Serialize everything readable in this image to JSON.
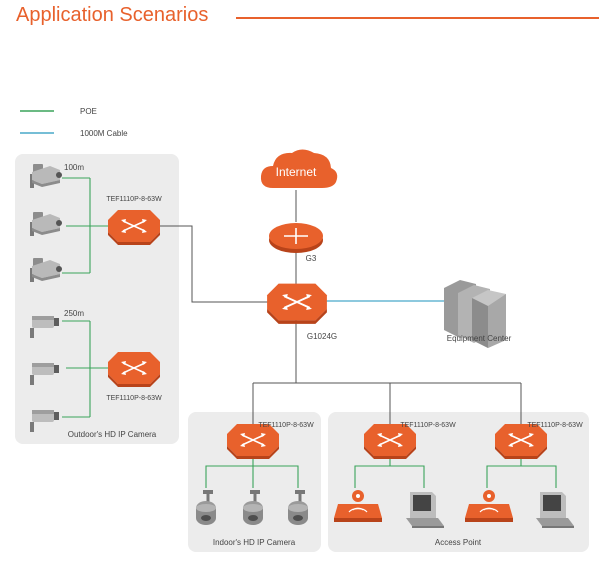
{
  "title": "Application Scenarios",
  "legend": [
    {
      "label": "POE",
      "color": "#3aa35a"
    },
    {
      "label": "1000M Cable",
      "color": "#49a9c9"
    }
  ],
  "colors": {
    "accent": "#e8612c",
    "switch": "#e8612c",
    "panel": "#ececec",
    "wire": "#555555"
  },
  "labels": {
    "internet": "Internet",
    "core_router": "G3",
    "core_switch": "G1024G",
    "server": "Equipment Center",
    "dist_1m": "100m",
    "dist_2m": "250m",
    "switch_top": "TEF1110P-8-63W",
    "switch_bottom": "TEF1110P-8-63W",
    "switch_indoor": "TEF1110P-8-63W",
    "switch_ap1": "TEF1110P-8-63W",
    "switch_ap2": "TEF1110P-8-63W",
    "outdoor_panel": "Outdoor's HD IP Camera",
    "indoor_panel": "Indoor's HD IP Camera",
    "ap_panel": "Access Point"
  },
  "icons": [
    "cloud-icon",
    "router-icon",
    "switch-icon",
    "server-icon",
    "camera-icon",
    "dome-camera-icon",
    "access-point-icon",
    "computer-icon"
  ]
}
